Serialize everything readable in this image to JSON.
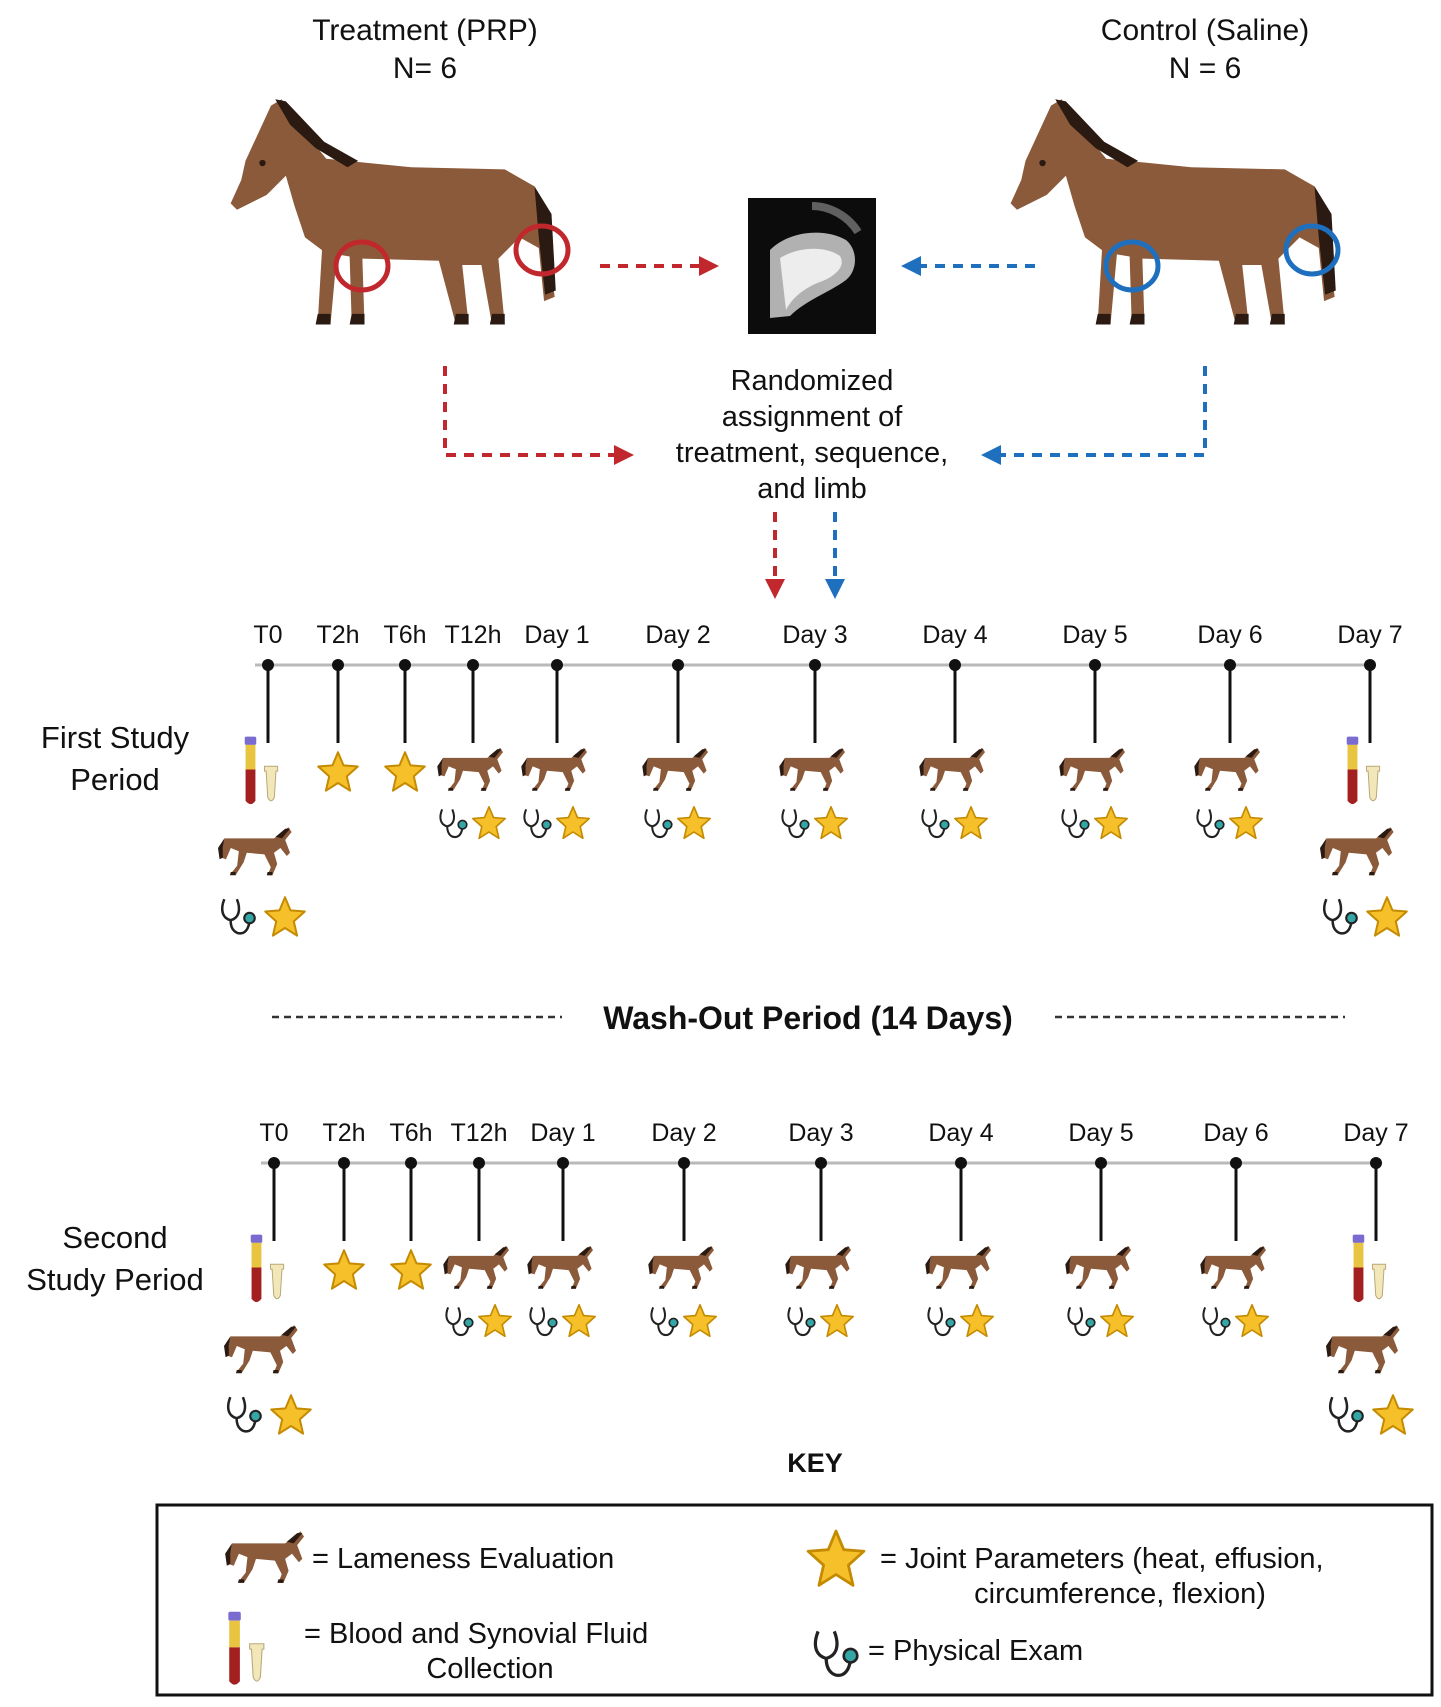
{
  "groups": {
    "treatment": {
      "title": "Treatment (PRP)",
      "n": "N= 6",
      "color": "#c0282d"
    },
    "control": {
      "title": "Control (Saline)",
      "n": "N = 6",
      "color": "#1f6fbf"
    }
  },
  "randomization": {
    "lines": [
      "Randomized",
      "assignment of",
      "treatment, sequence,",
      "and limb"
    ]
  },
  "timepoints": [
    "T0",
    "T2h",
    "T6h",
    "T12h",
    "Day 1",
    "Day 2",
    "Day 3",
    "Day 4",
    "Day 5",
    "Day 6",
    "Day 7"
  ],
  "periods": [
    {
      "lines": [
        "First Study",
        "Period"
      ]
    },
    {
      "lines": [
        "Second",
        "Study Period"
      ]
    }
  ],
  "washout": {
    "label": "Wash-Out Period (14 Days)"
  },
  "key": {
    "title": "KEY",
    "items": [
      {
        "icon": "horse-icon",
        "lines": [
          "= Lameness Evaluation"
        ]
      },
      {
        "icon": "star-icon",
        "lines": [
          "= Joint Parameters (heat, effusion,",
          "circumference, flexion)"
        ]
      },
      {
        "icon": "blood-tubes-icon",
        "lines": [
          "= Blood and Synovial Fluid",
          "Collection"
        ]
      },
      {
        "icon": "stethoscope-icon",
        "lines": [
          "= Physical Exam"
        ]
      }
    ]
  },
  "colors": {
    "horse_coat": "#8b5a3a",
    "mane": "#2a1a12",
    "star": "#f5c02a",
    "steth_tip": "#35a6a6",
    "tube_cap": "#7a6bd0",
    "tube_blood": "#a32020",
    "tube_serum": "#e8c440",
    "synovial": "#f1e7b8"
  }
}
